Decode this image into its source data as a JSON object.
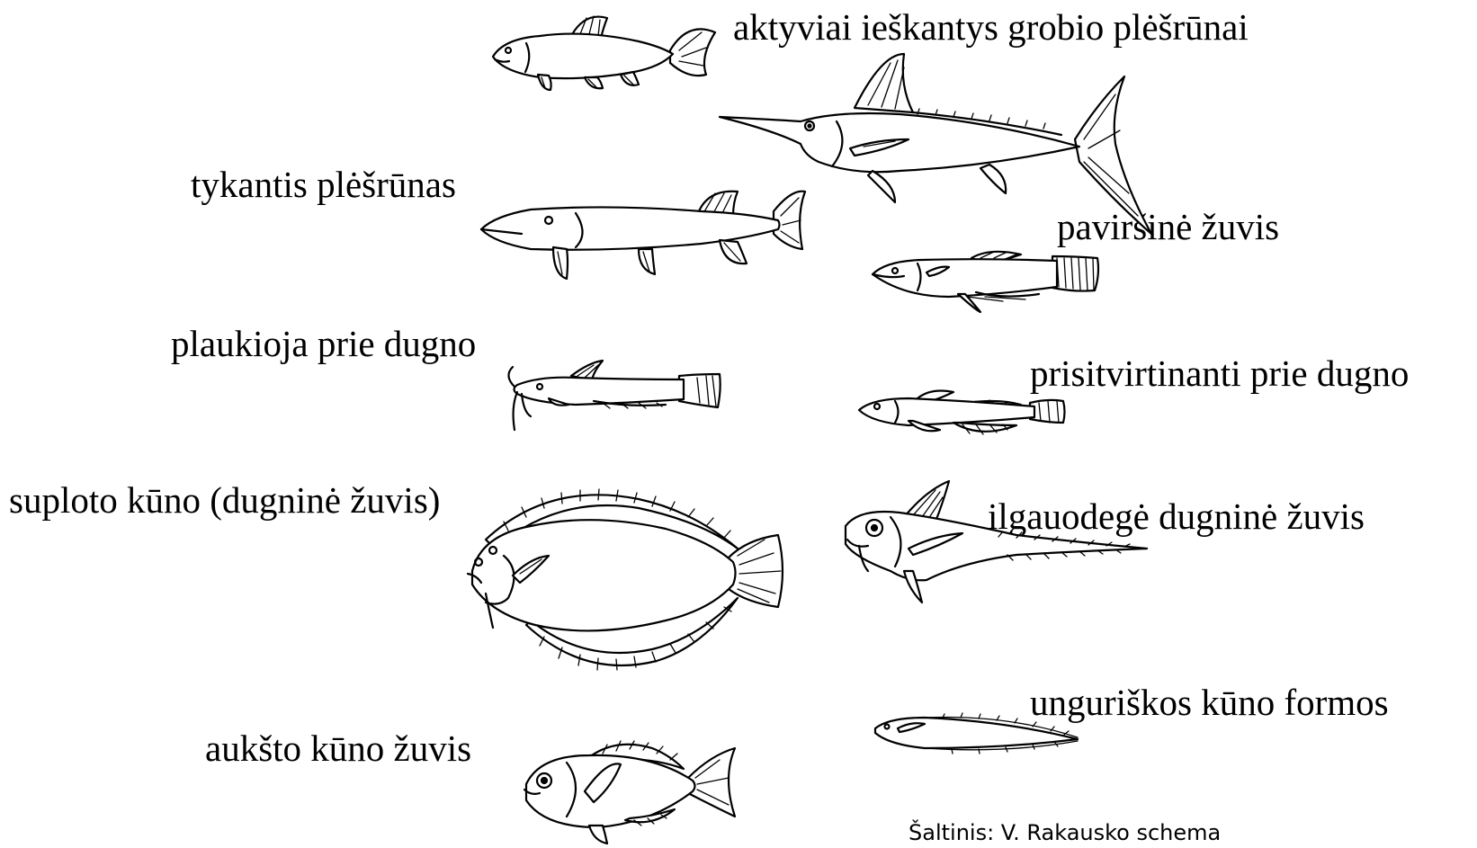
{
  "labels": {
    "active_predators": "aktyviai ieškantys grobio plėšrūnai",
    "ambush_predator": "tykantis plėšrūnas",
    "surface_fish": "paviršinė žuvis",
    "near_bottom": "plaukioja prie dugno",
    "attached_bottom": "prisitvirtinanti prie dugno",
    "flattened_body": "suploto kūno (dugninė žuvis)",
    "long_tail_bottom": "ilgauodegė dugninė žuvis",
    "eel_shaped": "unguriškos kūno formos",
    "deep_body": "aukšto kūno žuvis"
  },
  "source": "Šaltinis: V. Rakausko schema"
}
